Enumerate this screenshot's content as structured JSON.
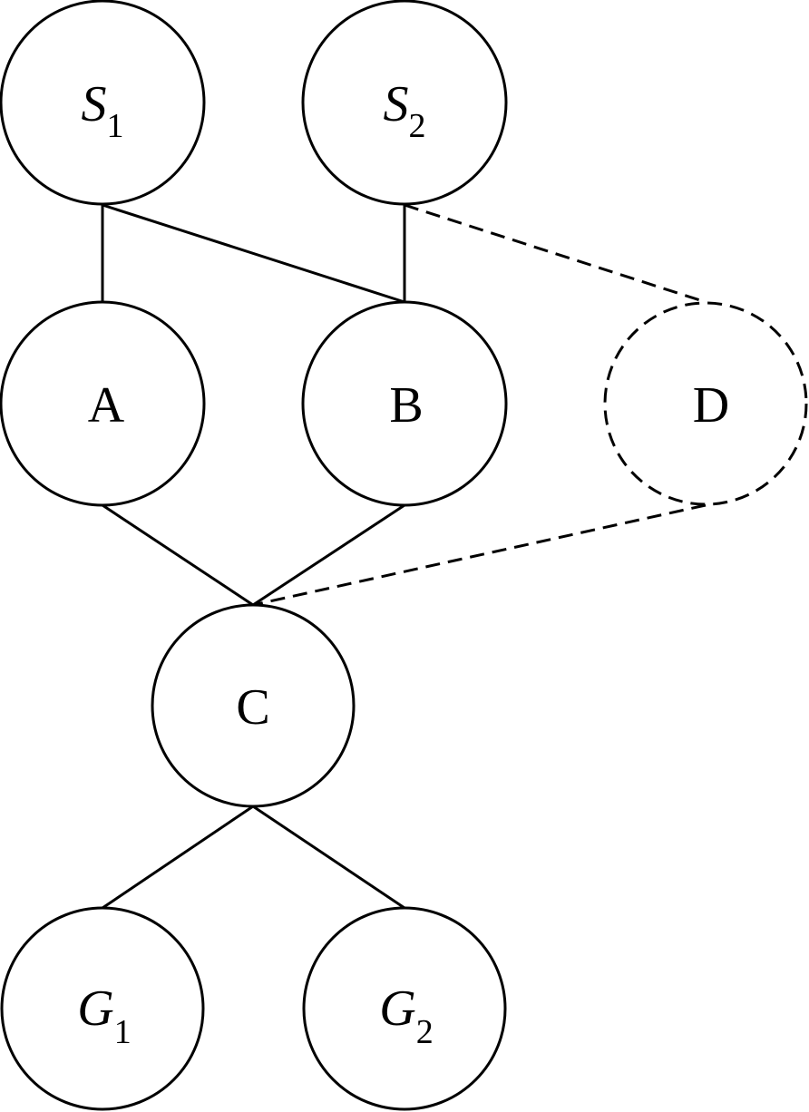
{
  "nodes": {
    "s1": {
      "main": "S",
      "sub": "1",
      "italic": true,
      "dashed": false
    },
    "s2": {
      "main": "S",
      "sub": "2",
      "italic": true,
      "dashed": false
    },
    "a": {
      "main": "A",
      "sub": "",
      "italic": false,
      "dashed": false
    },
    "b": {
      "main": "B",
      "sub": "",
      "italic": false,
      "dashed": false
    },
    "d": {
      "main": "D",
      "sub": "",
      "italic": false,
      "dashed": true
    },
    "c": {
      "main": "C",
      "sub": "",
      "italic": false,
      "dashed": false
    },
    "g1": {
      "main": "G",
      "sub": "1",
      "italic": true,
      "dashed": false
    },
    "g2": {
      "main": "G",
      "sub": "2",
      "italic": true,
      "dashed": false
    }
  },
  "edges": [
    {
      "from": "s1",
      "to": "a",
      "style": "solid"
    },
    {
      "from": "s1",
      "to": "b",
      "style": "solid"
    },
    {
      "from": "s2",
      "to": "b",
      "style": "solid"
    },
    {
      "from": "s2",
      "to": "d",
      "style": "dashed"
    },
    {
      "from": "a",
      "to": "c",
      "style": "solid"
    },
    {
      "from": "b",
      "to": "c",
      "style": "solid"
    },
    {
      "from": "d",
      "to": "c",
      "style": "dashed"
    },
    {
      "from": "c",
      "to": "g1",
      "style": "solid"
    },
    {
      "from": "c",
      "to": "g2",
      "style": "solid"
    }
  ],
  "colors": {
    "stroke": "#000000",
    "background": "#ffffff"
  }
}
